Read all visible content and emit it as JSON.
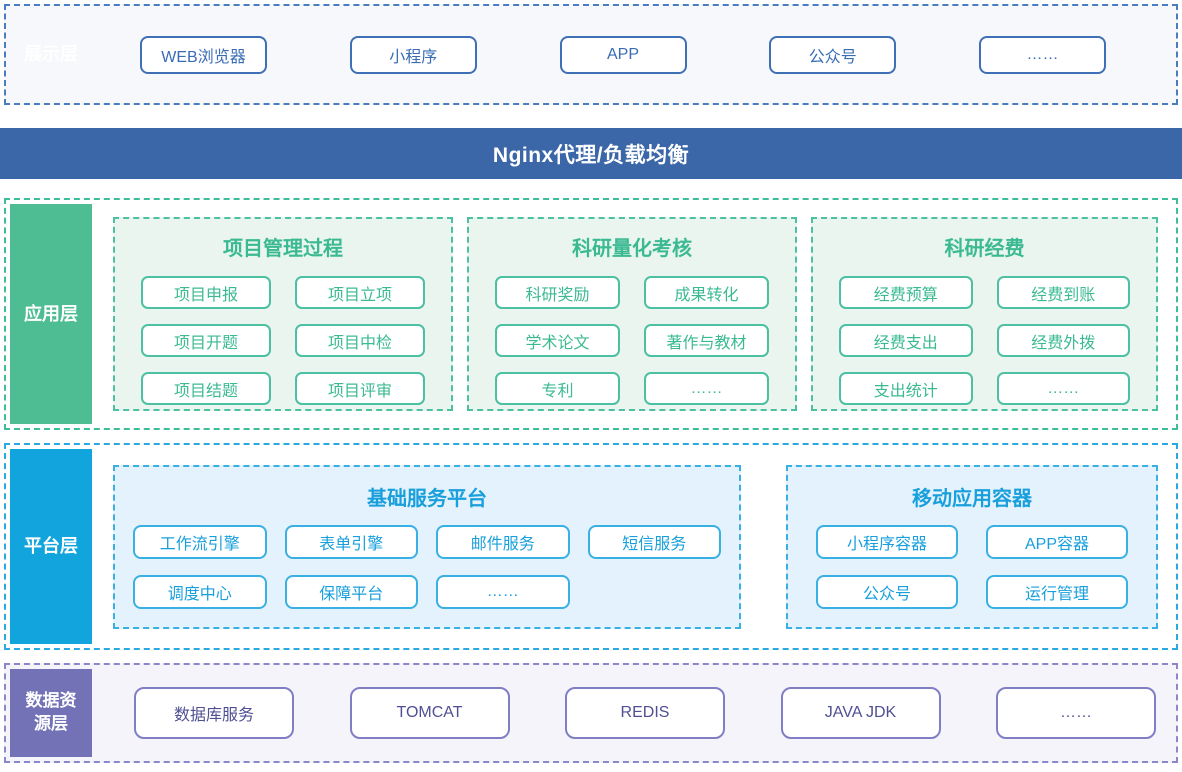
{
  "colors": {
    "blue_label": "#3a6bb0",
    "blue_border": "#3f6fb5",
    "nginx_bar": "#3b67a9",
    "presentation_bg": "#f7f8fb",
    "green_label": "#4ebd94",
    "green_border": "#4cc0a0",
    "green_text": "#3bba92",
    "green_group_bg": "#eaf5f0",
    "cyan_label": "#12a4dc",
    "cyan_border": "#38b0e4",
    "cyan_text": "#189fdc",
    "cyan_group_bg": "#e3f2fc",
    "purple_label": "#7372b7",
    "purple_border": "#817ec6",
    "purple_text": "#504f93",
    "data_bg": "#f4f4fa"
  },
  "layers": {
    "presentation": {
      "label": "展示层",
      "items": [
        "WEB浏览器",
        "小程序",
        "APP",
        "公众号",
        "……"
      ]
    },
    "nginx": {
      "title": "Nginx代理/负载均衡"
    },
    "application": {
      "label": "应用层",
      "groups": [
        {
          "title": "项目管理过程",
          "items": [
            "项目申报",
            "项目立项",
            "项目开题",
            "项目中检",
            "项目结题",
            "项目评审"
          ]
        },
        {
          "title": "科研量化考核",
          "items": [
            "科研奖励",
            "成果转化",
            "学术论文",
            "著作与教材",
            "专利",
            "……"
          ]
        },
        {
          "title": "科研经费",
          "items": [
            "经费预算",
            "经费到账",
            "经费支出",
            "经费外拨",
            "支出统计",
            "……"
          ]
        }
      ]
    },
    "platform": {
      "label": "平台层",
      "groups": [
        {
          "title": "基础服务平台",
          "items": [
            "工作流引擎",
            "表单引擎",
            "邮件服务",
            "短信服务",
            "调度中心",
            "保障平台",
            "……"
          ]
        },
        {
          "title": "移动应用容器",
          "items": [
            "小程序容器",
            "APP容器",
            "公众号",
            "运行管理"
          ]
        }
      ]
    },
    "data": {
      "label": "数据资源层",
      "items": [
        "数据库服务",
        "TOMCAT",
        "REDIS",
        "JAVA JDK",
        "……"
      ]
    }
  }
}
